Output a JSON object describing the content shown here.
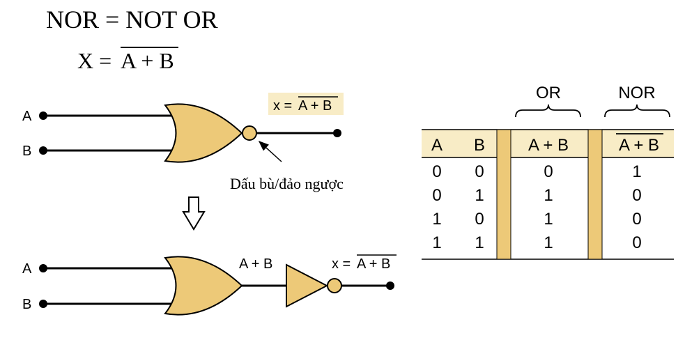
{
  "heading": {
    "title": "NOR = NOT OR",
    "equation_lhs": "X = ",
    "equation_rhs": "A + B"
  },
  "gate_diagram_top": {
    "input_a": "A",
    "input_b": "B",
    "output_label_lhs": "x = ",
    "output_label_rhs": "A + B",
    "bubble_note": "Dấu bù/đảo ngược"
  },
  "gate_diagram_bottom": {
    "input_a": "A",
    "input_b": "B",
    "or_output_label": "A + B",
    "output_label_lhs": "x = ",
    "output_label_rhs": "A + B"
  },
  "truth_table": {
    "group_or": "OR",
    "group_nor": "NOR",
    "headers": [
      "A",
      "B",
      "A + B",
      "A + B"
    ],
    "rows": [
      [
        "0",
        "0",
        "0",
        "1"
      ],
      [
        "0",
        "1",
        "1",
        "0"
      ],
      [
        "1",
        "0",
        "1",
        "0"
      ],
      [
        "1",
        "1",
        "1",
        "0"
      ]
    ]
  },
  "colors": {
    "gate_fill": "#EDC978",
    "label_highlight": "#F8ECC6",
    "table_header": "#F8ECC6",
    "separator_bar": "#EDC978"
  }
}
